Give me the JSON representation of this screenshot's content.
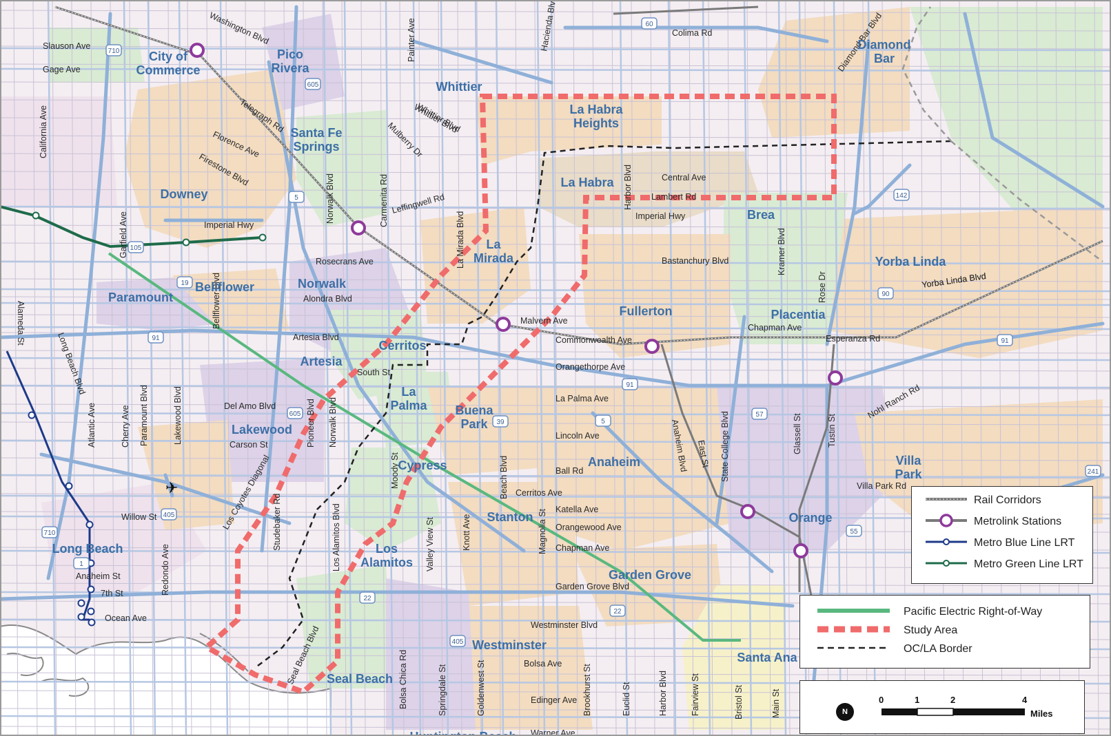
{
  "colors": {
    "background": "#f4eef2",
    "urban_pink": "#efe2ec",
    "urban_tan": "#f3dcc0",
    "park_green": "#d9ebd3",
    "purple_area": "#ddd2e8",
    "beige_area": "#e9dcc8",
    "ocean": "#ffffff",
    "freeway": "#8fb0d8",
    "city_label": "#3d6fa6",
    "rail": "#8a8a8a",
    "metrolink": "#8e3a9b",
    "blue_line": "#1e3a8a",
    "green_line": "#1e6b4a",
    "pe_row": "#59b87f",
    "study_area": "#f06b6b",
    "border": "#222222"
  },
  "cities": [
    "City of",
    "Commerce",
    "Pico",
    "Rivera",
    "Whittier",
    "Diamond",
    "Bar",
    "La Habra",
    "Heights",
    "Santa Fe",
    "Springs",
    "Downey",
    "La Habra",
    "Brea",
    "La",
    "Mirada",
    "Yorba Linda",
    "Paramount",
    "Bellflower",
    "Norwalk",
    "Fullerton",
    "Placentia",
    "Cerritos",
    "Artesia",
    "La",
    "Palma",
    "Buena",
    "Park",
    "Lakewood",
    "Anaheim",
    "Villa",
    "Park",
    "Cypress",
    "Stanton",
    "Orange",
    "Long Beach",
    "Los",
    "Alamitos",
    "Garden Grove",
    "Westminster",
    "Santa Ana",
    "Seal Beach",
    "Huntington Beach"
  ],
  "streets": [
    "Slauson Ave",
    "Gage Ave",
    "Washington Blvd",
    "Colima Rd",
    "Telegraph Rd",
    "Florence Ave",
    "Firestone Blvd",
    "Whittier Blvd",
    "Mulberry Dr",
    "Leffingwell Rd",
    "Central Ave",
    "Lambert Rd",
    "Imperial Hwy",
    "Imperial Hwy",
    "Rosecrans Ave",
    "Bastanchury Blvd",
    "Alondra Blvd",
    "Malvern Ave",
    "Commonwealth Ave",
    "Chapman Ave",
    "Esperanza Rd",
    "Artesia Blvd",
    "South St",
    "Orangethorpe Ave",
    "Del Amo Blvd",
    "La Palma Ave",
    "Carson St",
    "Lincoln Ave",
    "Ball Rd",
    "Cerritos Ave",
    "Katella Ave",
    "Willow St",
    "Orangewood Ave",
    "Chapman Ave",
    "Anaheim St",
    "7th St",
    "Garden Grove Blvd",
    "Ocean Ave",
    "Westminster Blvd",
    "Bolsa Ave",
    "Edinger Ave",
    "Warner Ave",
    "Yorba Linda Blvd",
    "Nohl Ranch Rd",
    "Villa Park Rd",
    "Yorba Linda Blvd",
    "Painter Ave",
    "Hacienda Blvd",
    "Diamond Bar Blvd",
    "California Ave",
    "Garfield Ave",
    "Alameda St",
    "Long Beach Blvd",
    "Atlantic Ave",
    "Cherry Ave",
    "Paramount Blvd",
    "Lakewood Blvd",
    "Bellflower Blvd",
    "Norwalk Blvd",
    "Carmenita Rd",
    "La Mirada Blvd",
    "Harbor Blvd",
    "Kramer Blvd",
    "Rose Dr",
    "Pioneer Blvd",
    "Norwalk Blvd",
    "Studebaker Rd",
    "Los Coyotes Diagonal",
    "Los Alamitos Blvd",
    "Moody St",
    "Valley View St",
    "Knott Ave",
    "Beach Blvd",
    "Magnolia St",
    "Anaheim Blvd",
    "East St",
    "State College Blvd",
    "Glassell St",
    "Tustin St",
    "Redondo Ave",
    "Seal Beach Blvd",
    "Bolsa Chica Rd",
    "Springdale St",
    "Goldenwest St",
    "Brookhurst St",
    "Euclid St",
    "Harbor Blvd",
    "Fairview St",
    "Bristol St",
    "Main St",
    "Whittier Blvd"
  ],
  "shields": [
    "710",
    "605",
    "60",
    "5",
    "105",
    "19",
    "91",
    "605",
    "142",
    "90",
    "57",
    "91",
    "39",
    "5",
    "405",
    "710",
    "1",
    "22",
    "22",
    "405",
    "55",
    "241",
    "91"
  ],
  "legend_main": {
    "items": [
      {
        "label": "Rail Corridors",
        "kind": "rail"
      },
      {
        "label": "Metrolink Stations",
        "kind": "metrolink"
      },
      {
        "label": "Metro Blue Line LRT",
        "kind": "blue"
      },
      {
        "label": "Metro Green Line LRT",
        "kind": "green"
      }
    ]
  },
  "legend_secondary": {
    "items": [
      {
        "label": "Pacific Electric Right-of-Way",
        "kind": "pe"
      },
      {
        "label": "Study Area",
        "kind": "study"
      },
      {
        "label": "OC/LA Border",
        "kind": "border"
      }
    ]
  },
  "scale": {
    "north": "N",
    "ticks": [
      "0",
      "1",
      "2",
      "4"
    ],
    "unit": "Miles"
  }
}
